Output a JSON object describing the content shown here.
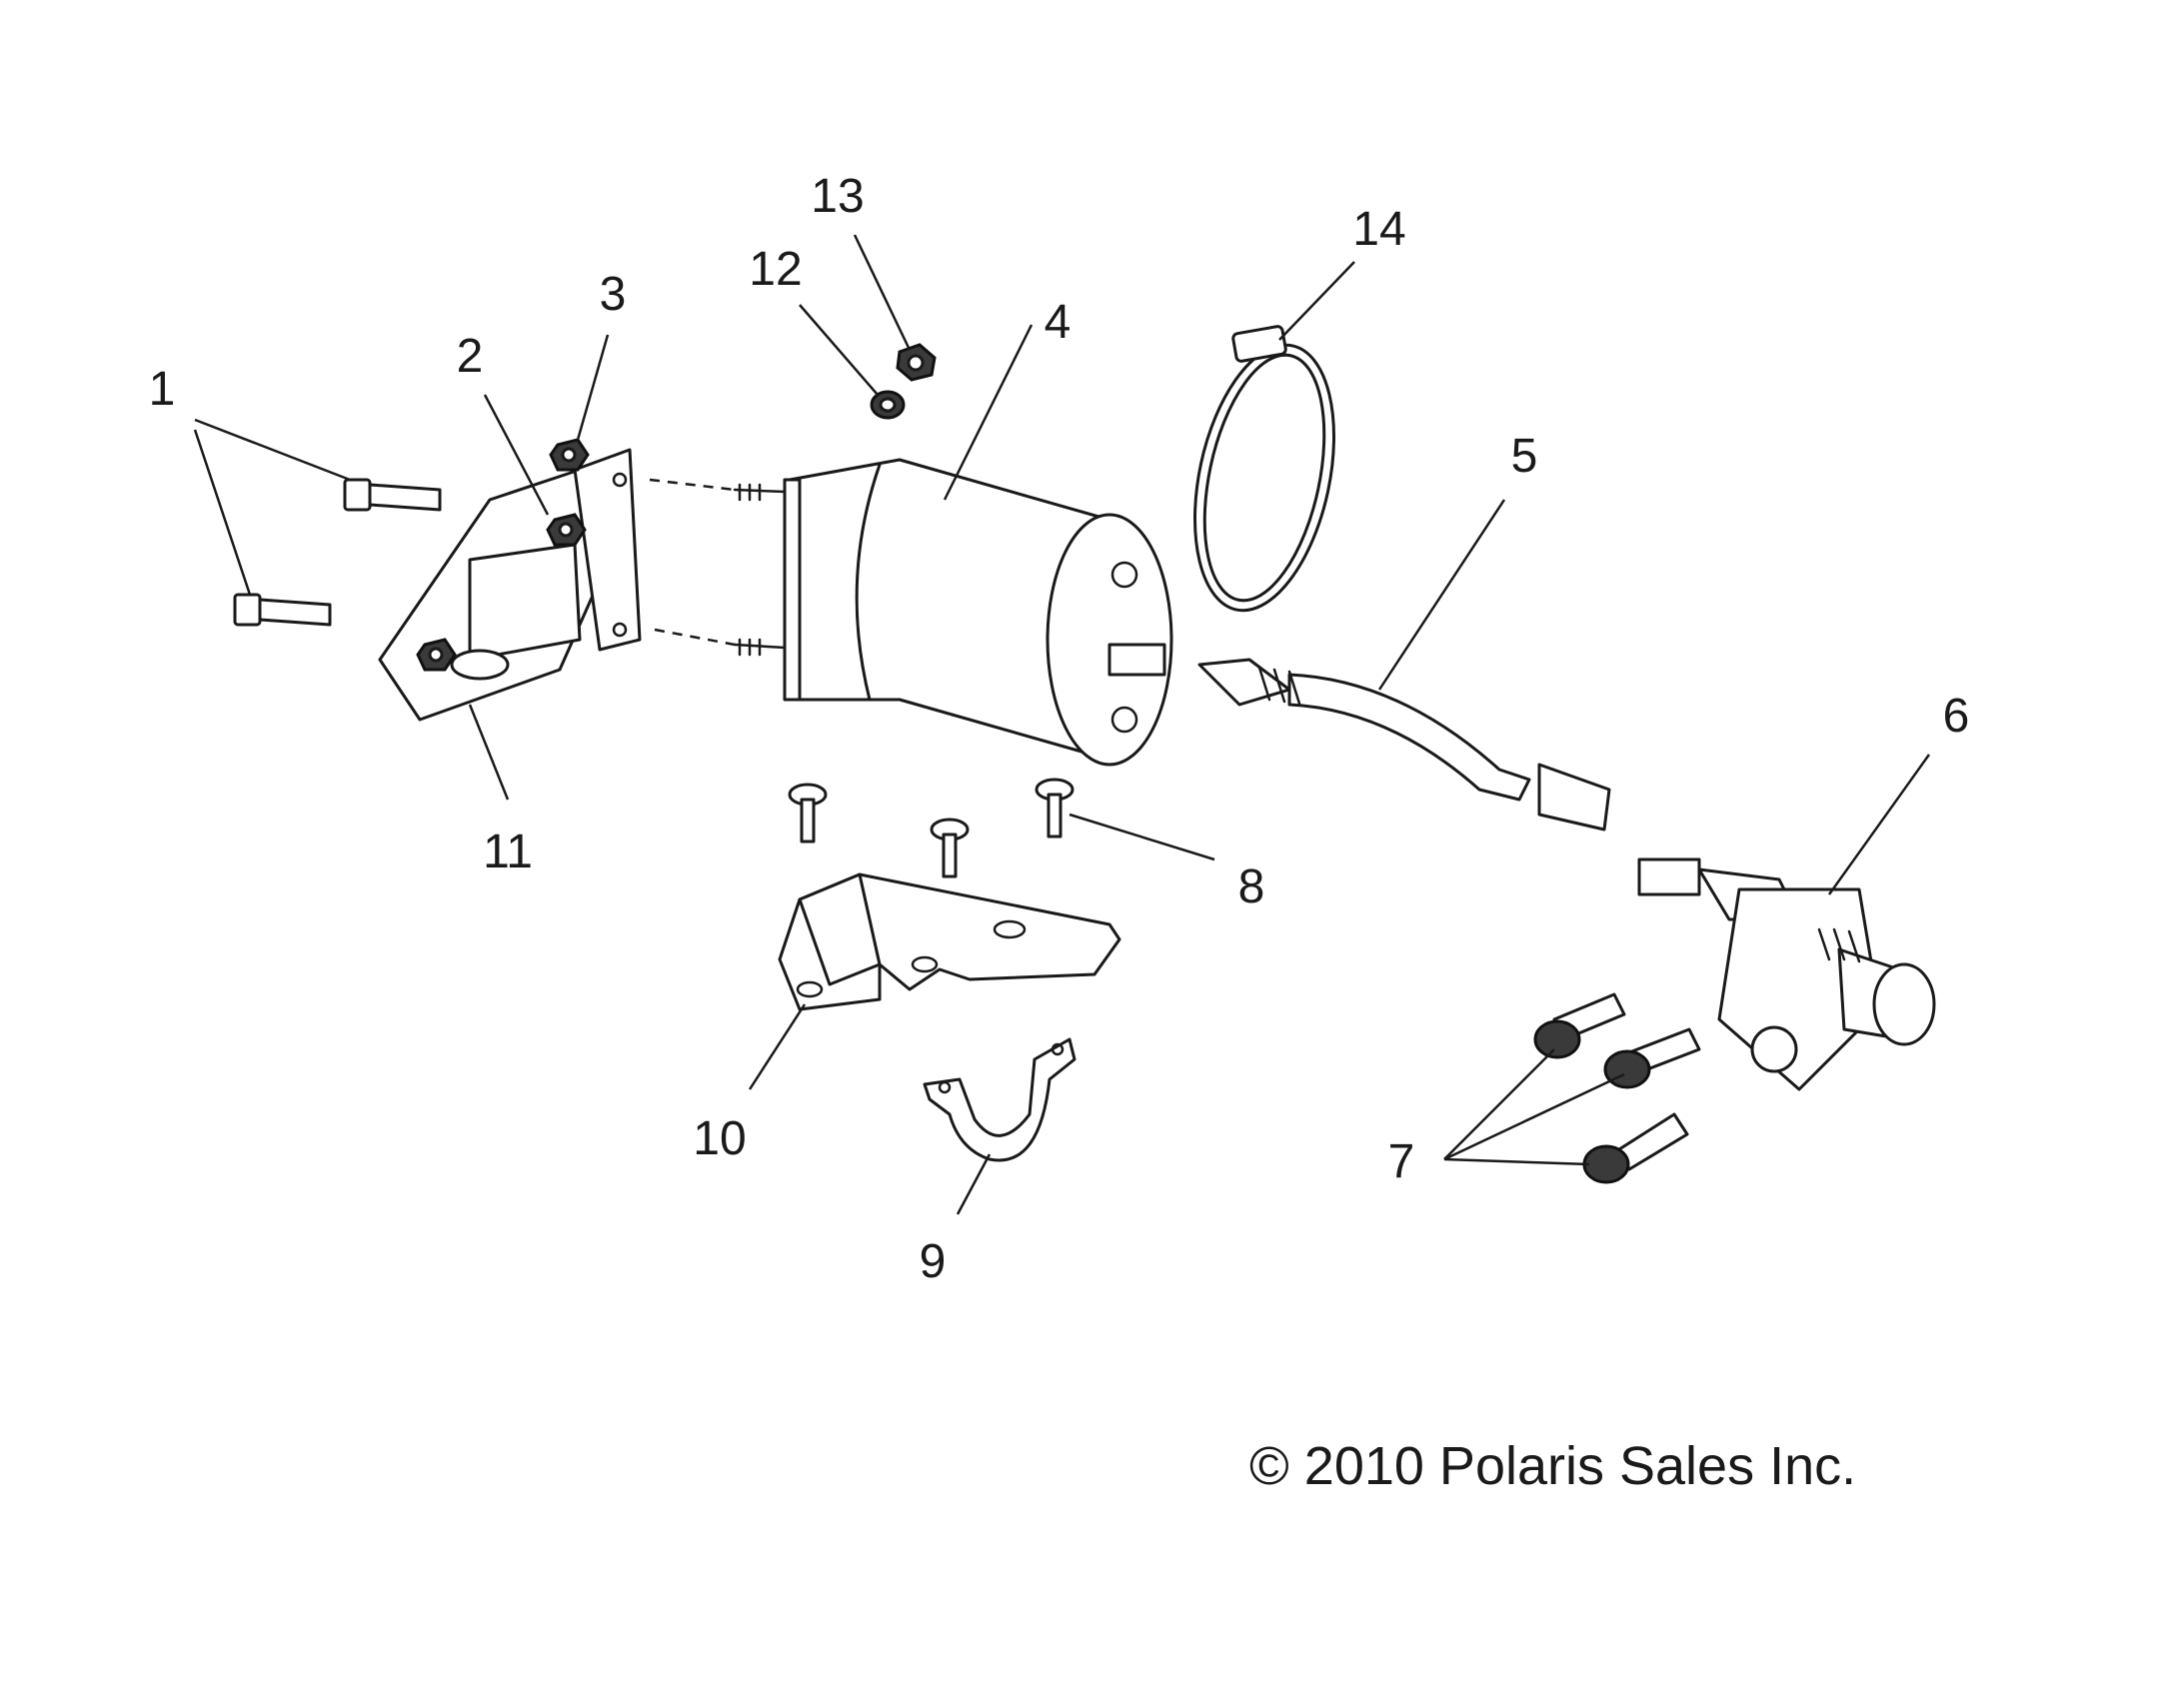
{
  "callouts": [
    {
      "id": "1",
      "text": "1"
    },
    {
      "id": "2",
      "text": "2"
    },
    {
      "id": "3",
      "text": "3"
    },
    {
      "id": "4",
      "text": "4"
    },
    {
      "id": "5",
      "text": "5"
    },
    {
      "id": "6",
      "text": "6"
    },
    {
      "id": "7",
      "text": "7"
    },
    {
      "id": "8",
      "text": "8"
    },
    {
      "id": "9",
      "text": "9"
    },
    {
      "id": "10",
      "text": "10"
    },
    {
      "id": "11",
      "text": "11"
    },
    {
      "id": "12",
      "text": "12"
    },
    {
      "id": "13",
      "text": "13"
    },
    {
      "id": "14",
      "text": "14"
    }
  ],
  "copyright": "© 2010 Polaris Sales Inc."
}
